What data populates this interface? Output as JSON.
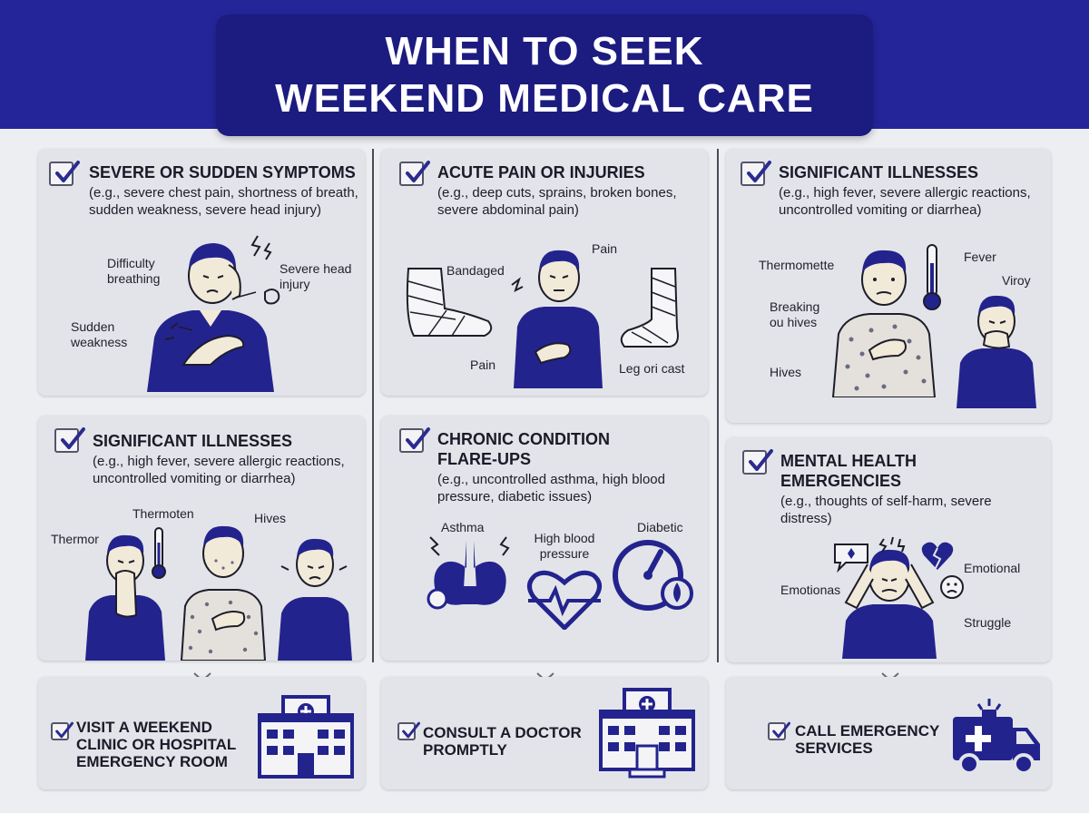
{
  "header": {
    "title_line1": "WHEN TO SEEK",
    "title_line2": "WEEKEND MEDICAL CARE"
  },
  "colors": {
    "banner": "#25259a",
    "title_box": "#1b1b80",
    "figure_blue": "#23238e",
    "card_bg": "#e3e4e9",
    "page_bg": "#edeef2"
  },
  "cards": {
    "severe": {
      "title": "SEVERE OR SUDDEN SYMPTOMS",
      "desc": "(e.g., severe chest pain, shortness of breath, sudden weakness, severe head injury)",
      "label_breathing": "Difficulty breathing",
      "label_head": "Severe head injury",
      "label_weakness": "Sudden weakness"
    },
    "acute": {
      "title": "ACUTE PAIN OR INJURIES",
      "desc": "(e.g., deep cuts, sprains, broken bones, severe abdominal pain)",
      "label_bandaged": "Bandaged",
      "label_pain_top": "Pain",
      "label_pain_bottom": "Pain",
      "label_cast": "Leg ori cast"
    },
    "illness_top": {
      "title": "SIGNIFICANT ILLNESSES",
      "desc": "(e.g., high fever, severe allergic reactions, uncontrolled vomiting or diarrhea)",
      "label_thermo": "Thermomette",
      "label_fever": "Fever",
      "label_viroy": "Viroy",
      "label_breaking": "Breaking ou hives",
      "label_hives": "Hives"
    },
    "illness_bottom": {
      "title": "SIGNIFICANT ILLNESSES",
      "desc": "(e.g., high fever, severe allergic reactions, uncontrolled vomiting or diarrhea)",
      "label_thermoten": "Thermoten",
      "label_hives": "Hives",
      "label_thermor": "Thermor"
    },
    "chronic": {
      "title_line1": "CHRONIC CONDITION",
      "title_line2": "FLARE-UPS",
      "desc": "(e.g., uncontrolled asthma, high blood pressure, diabetic issues)",
      "label_asthma": "Asthma",
      "label_bp": "High blood pressure",
      "label_diabetic": "Diabetic"
    },
    "mental": {
      "title_line1": "MENTAL HEALTH",
      "title_line2": "EMERGENCIES",
      "desc": "(e.g., thoughts of self-harm, severe distress)",
      "label_emotional": "Emotional",
      "label_emotionas": "Emotionas",
      "label_struggle": "Struggle"
    }
  },
  "actions": {
    "clinic": "VISIT A WEEKEND CLINIC OR HOSPITAL EMERGENCY ROOM",
    "doctor": "CONSULT A DOCTOR PROMPTLY",
    "emergency": "CALL EMERGENCY SERVICES"
  }
}
